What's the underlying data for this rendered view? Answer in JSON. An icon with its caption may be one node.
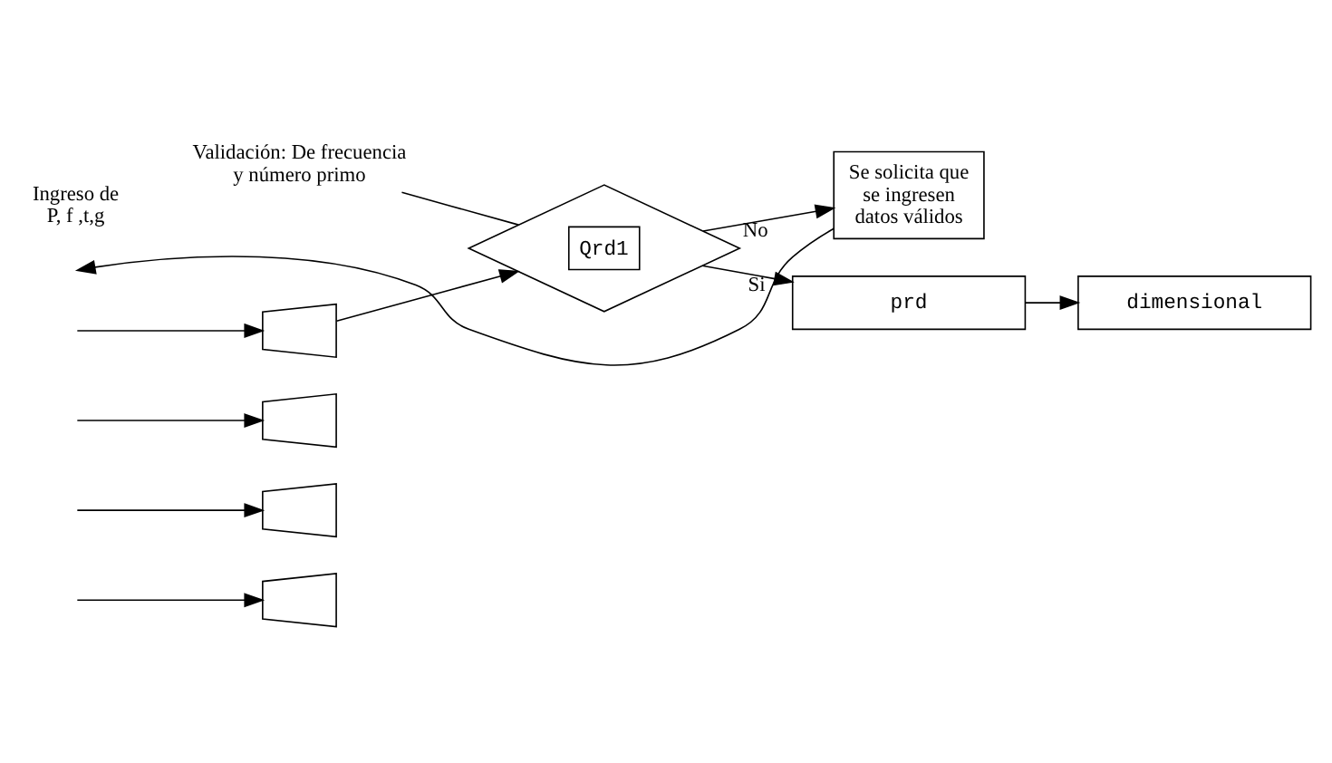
{
  "diagram": {
    "nodes": [
      {
        "text": [
          "Validación: De frecuencia y número primo"
        ]
      },
      {
        "text": [],
        "shape": "trapezoid"
      },
      {
        "text": [
          "Qrd1"
        ]
      },
      {
        "text": [
          "Se solicita que se ingresen datos válidos"
        ]
      },
      {
        "text": [],
        "shape": "trapezoid"
      },
      {
        "text": [],
        "shape": "trapezoid"
      },
      {
        "text": [],
        "shape": "trapezoid"
      },
      {
        "text": [
          "prd"
        ]
      },
      {
        "text": [
          "dimensional"
        ]
      }
    ],
    "edges": [
      {
        "from": null,
        "to": 1,
        "arrow": "to"
      },
      {
        "from": 1,
        "to": 2,
        "arrow": "to"
      },
      {
        "from": 0,
        "to": 2,
        "arrow": "none"
      },
      {
        "from": 2,
        "to": 3,
        "arrow": "to",
        "label": "No"
      },
      {
        "from": 3,
        "to": null,
        "arrow": "to"
      },
      {
        "from": 2,
        "to": 7,
        "arrow": "to",
        "label": "Si"
      },
      {
        "from": null,
        "to": 4,
        "arrow": "to"
      },
      {
        "from": null,
        "to": 5,
        "arrow": "to"
      },
      {
        "from": null,
        "to": 6,
        "arrow": "to"
      },
      {
        "from": 7,
        "to": 8,
        "arrow": "to"
      }
    ],
    "labels": [
      "Ingreso de P, f ,t,g"
    ]
  }
}
